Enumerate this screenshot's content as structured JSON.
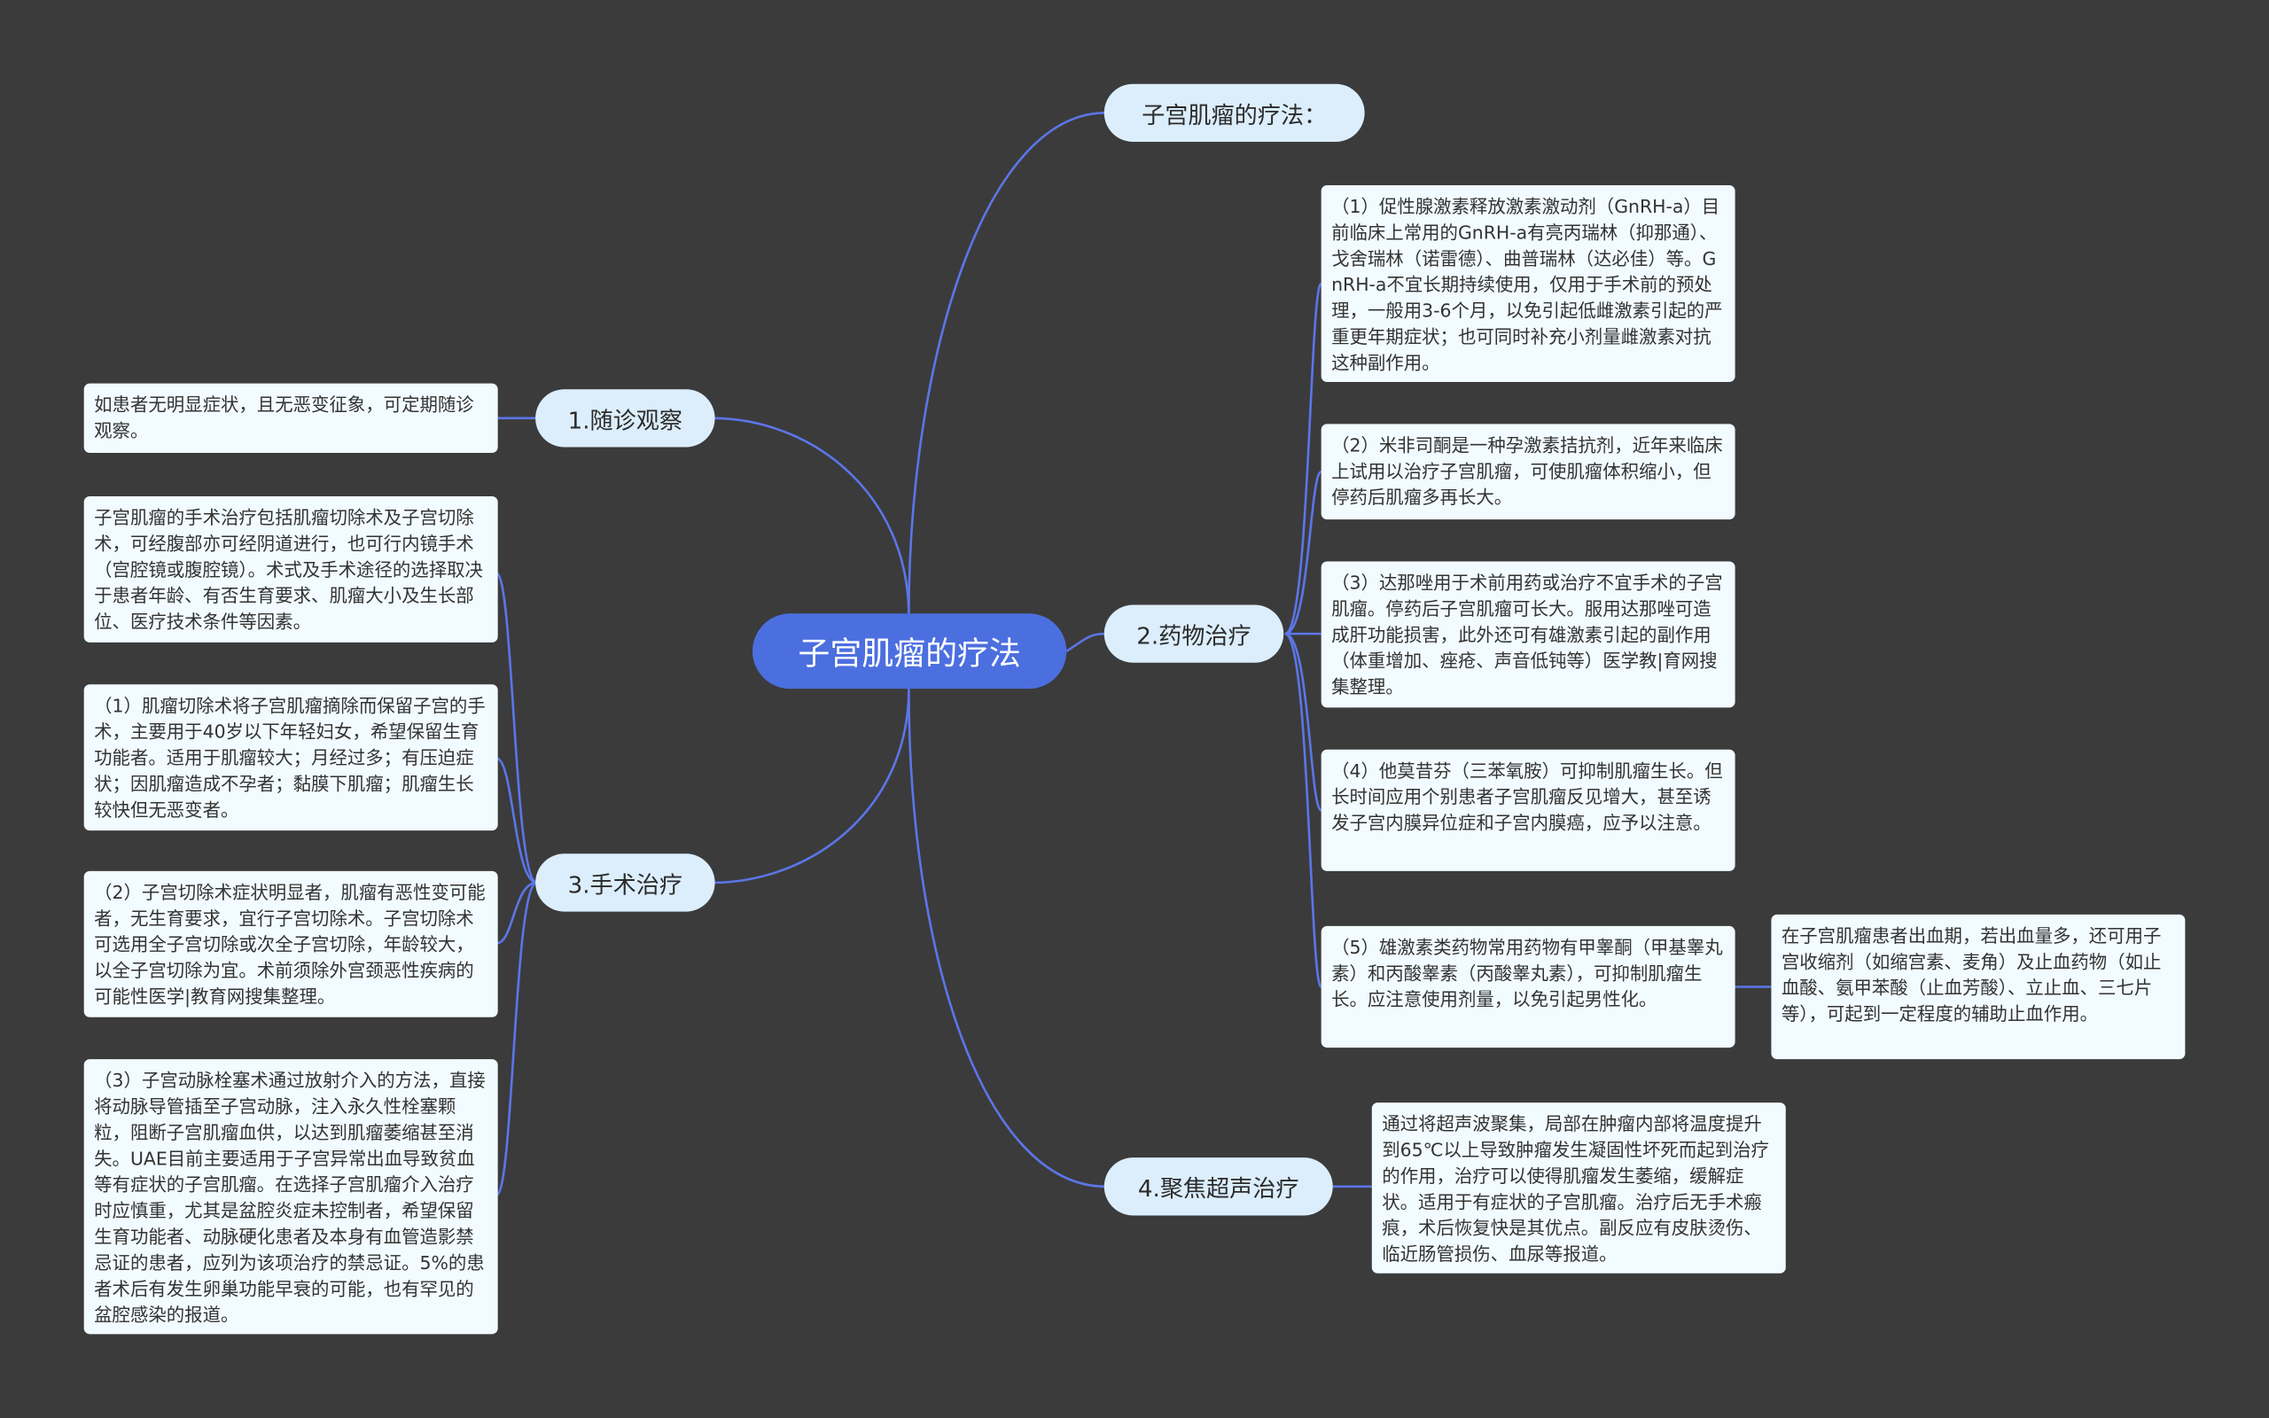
{
  "root": {
    "label": "子宫肌瘤的疗法"
  },
  "branches": {
    "intro": {
      "label": "子宫肌瘤的疗法："
    },
    "observe": {
      "label": "1.随诊观察",
      "leaves": [
        "如患者无明显症状，且无恶变征象，可定期随诊观察。"
      ]
    },
    "drug": {
      "label": "2.药物治疗",
      "leaves": [
        "（1）促性腺激素释放激素激动剂（GnRH-a）目前临床上常用的GnRH-a有亮丙瑞林（抑那通）、戈舍瑞林（诺雷德）、曲普瑞林（达必佳）等。GnRH-a不宜长期持续使用，仅用于手术前的预处理，一般用3-6个月，以免引起低雌激素引起的严重更年期症状；也可同时补充小剂量雌激素对抗这种副作用。",
        "（2）米非司酮是一种孕激素拮抗剂，近年来临床上试用以治疗子宫肌瘤，可使肌瘤体积缩小，但停药后肌瘤多再长大。",
        "（3）达那唑用于术前用药或治疗不宜手术的子宫肌瘤。停药后子宫肌瘤可长大。服用达那唑可造成肝功能损害，此外还可有雄激素引起的副作用（体重增加、痤疮、声音低钝等）医学教|育网搜集整理。",
        "（4）他莫昔芬（三苯氧胺）可抑制肌瘤生长。但长时间应用个别患者子宫肌瘤反见增大，甚至诱发子宫内膜异位症和子宫内膜癌，应予以注意。",
        "（5）雄激素类药物常用药物有甲睾酮（甲基睾丸素）和丙酸睾素（丙酸睾丸素），可抑制肌瘤生长。应注意使用剂量，以免引起男性化。"
      ],
      "subleaf": "在子宫肌瘤患者出血期，若出血量多，还可用子宫收缩剂（如缩宫素、麦角）及止血药物（如止血酸、氨甲苯酸（止血芳酸）、立止血、三七片等），可起到一定程度的辅助止血作用。"
    },
    "surgery": {
      "label": "3.手术治疗",
      "leaves": [
        "子宫肌瘤的手术治疗包括肌瘤切除术及子宫切除术，可经腹部亦可经阴道进行，也可行内镜手术（宫腔镜或腹腔镜）。术式及手术途径的选择取决于患者年龄、有否生育要求、肌瘤大小及生长部位、医疗技术条件等因素。",
        "（1）肌瘤切除术将子宫肌瘤摘除而保留子宫的手术，主要用于40岁以下年轻妇女，希望保留生育功能者。适用于肌瘤较大；月经过多；有压迫症状；因肌瘤造成不孕者；黏膜下肌瘤；肌瘤生长较快但无恶变者。",
        "（2）子宫切除术症状明显者，肌瘤有恶性变可能者，无生育要求，宜行子宫切除术。子宫切除术可选用全子宫切除或次全子宫切除，年龄较大，以全子宫切除为宜。术前须除外宫颈恶性疾病的可能性医学|教育网搜集整理。",
        "（3）子宫动脉栓塞术通过放射介入的方法，直接将动脉导管插至子宫动脉，注入永久性栓塞颗粒，阻断子宫肌瘤血供，以达到肌瘤萎缩甚至消失。UAE目前主要适用于子宫异常出血导致贫血等有症状的子宫肌瘤。在选择子宫肌瘤介入治疗时应慎重，尤其是盆腔炎症未控制者，希望保留生育功能者、动脉硬化患者及本身有血管造影禁忌证的患者，应列为该项治疗的禁忌证。5%的患者术后有发生卵巢功能早衰的可能，也有罕见的盆腔感染的报道。"
      ]
    },
    "hifu": {
      "label": "4.聚焦超声治疗",
      "leaves": [
        "通过将超声波聚集，局部在肿瘤内部将温度提升到65℃以上导致肿瘤发生凝固性坏死而起到治疗的作用，治疗可以使得肌瘤发生萎缩，缓解症状。适用于有症状的子宫肌瘤。治疗后无手术瘢痕，术后恢复快是其优点。副反应有皮肤烫伤、临近肠管损伤、血尿等报道。"
      ]
    }
  },
  "colors": {
    "background": "#3b3b3c",
    "root": "#4c6fe0",
    "branch": "#dceefc",
    "leaf": "#f2fbff",
    "link": "#5b76e8"
  }
}
